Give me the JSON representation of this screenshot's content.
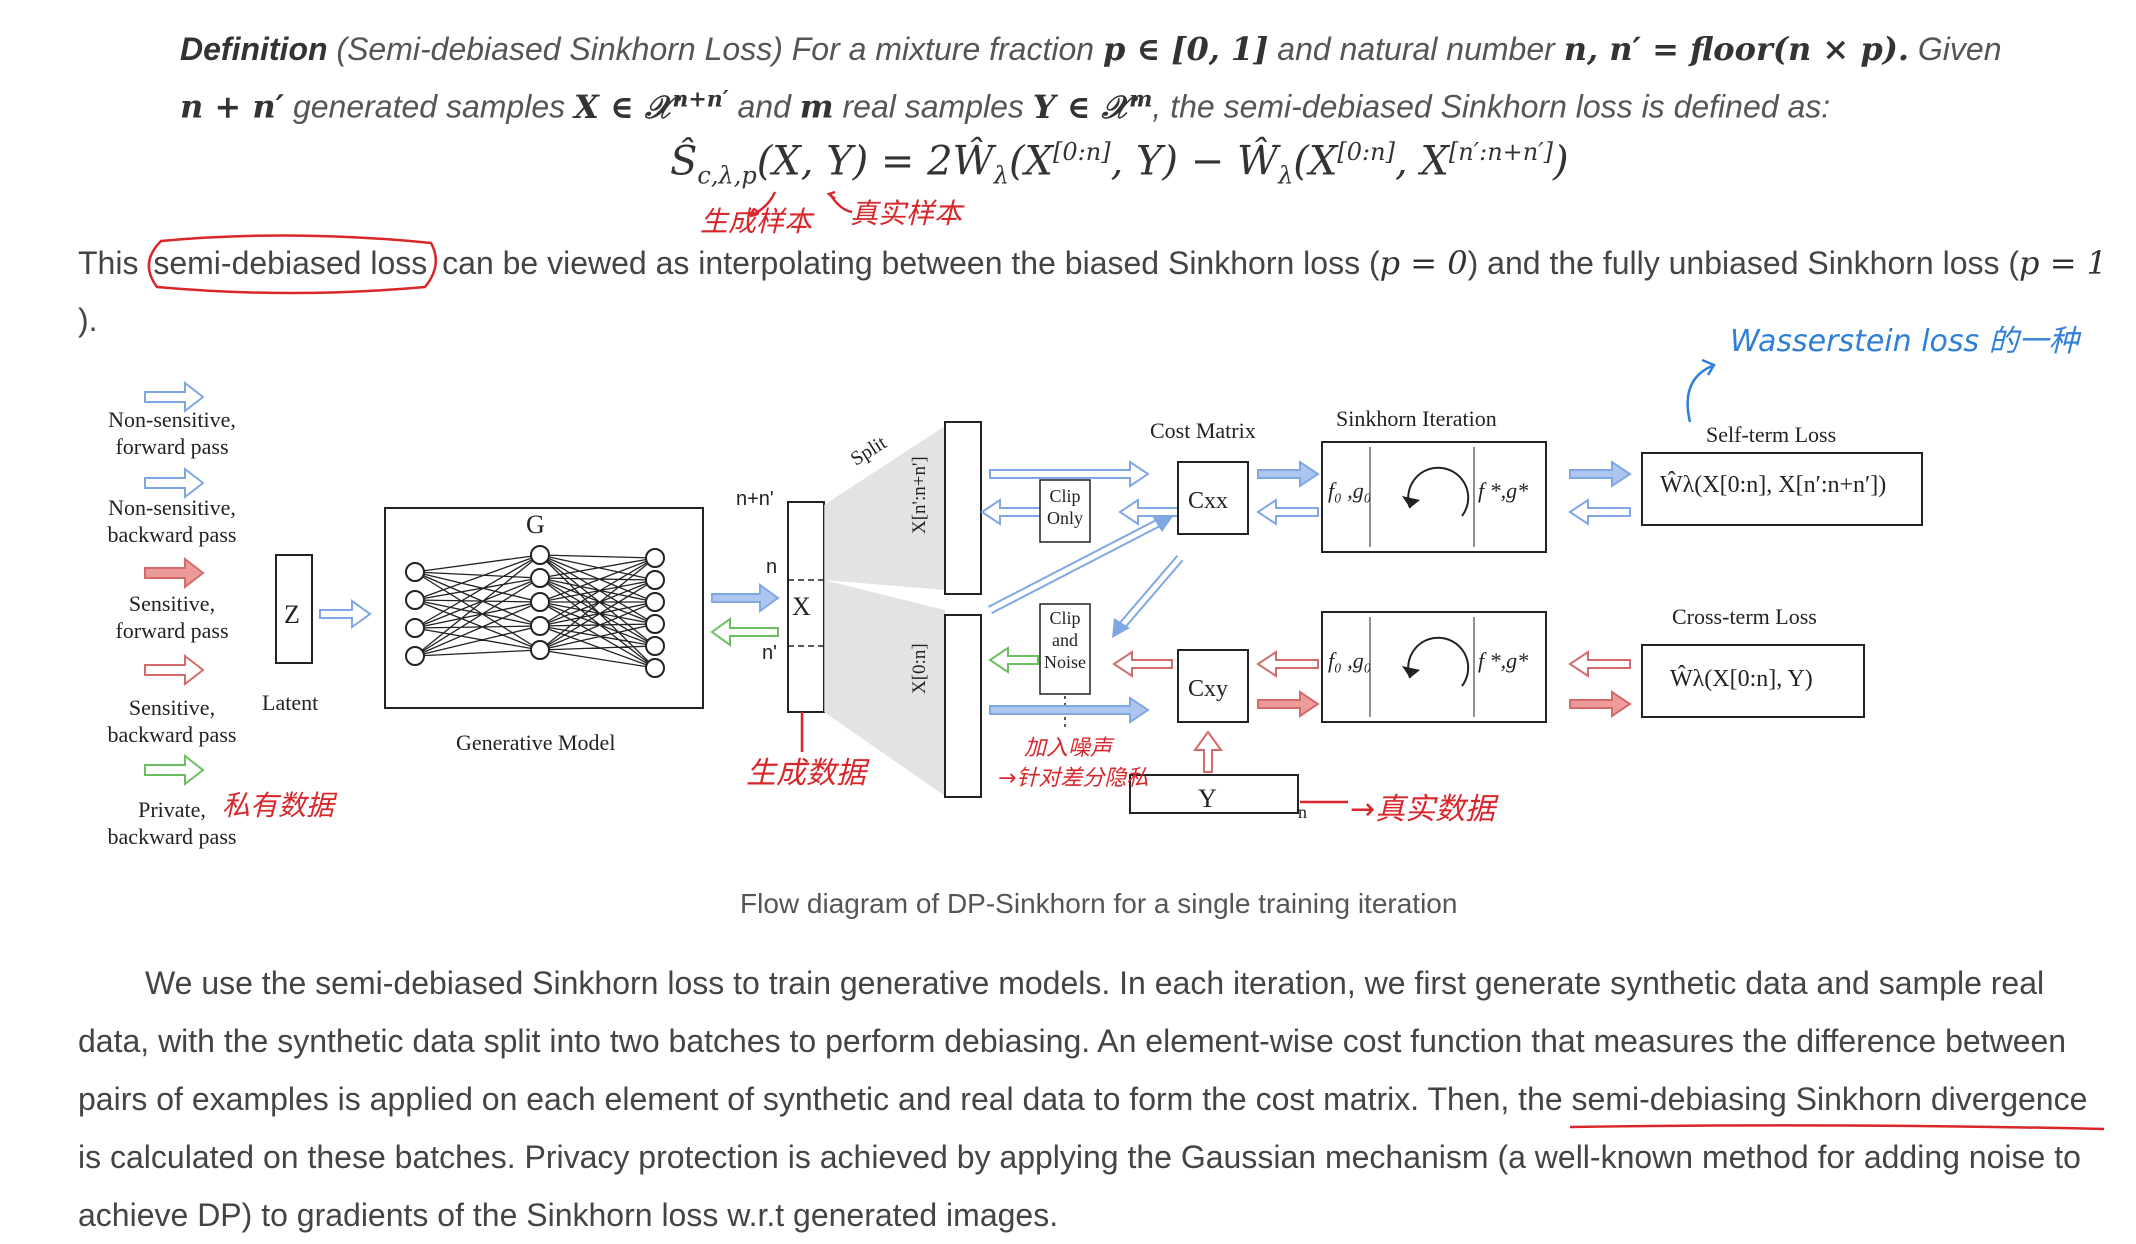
{
  "definition": {
    "label": "Definition",
    "text1": "(Semi-debiased Sinkhorn Loss) For a mixture fraction",
    "p_range": "p ∈ [0, 1]",
    "text2": "and natural number",
    "n_def": "n, n′ = floor(n × p).",
    "text3": "Given",
    "gen_count": "n + n′",
    "text4": "generated samples",
    "x_set": "X ∈ 𝒳",
    "x_sup": "n+n′",
    "text5": "and",
    "m_sym": "m",
    "text6": "real samples",
    "y_set": "Y ∈ 𝒳",
    "y_sup": "m",
    "text7": ", the semi-debiased Sinkhorn loss is defined as:"
  },
  "formula": {
    "lhs": "Ŝ",
    "lhs_sub": "c,λ,p",
    "args": "(X, Y) = 2Ŵ",
    "lam": "λ",
    "term1_open": "(X",
    "term1_sup": "[0:n]",
    "term1_close": ", Y) − Ŵ",
    "lam2": "λ",
    "term2_open": "(X",
    "term2_sup": "[0:n]",
    "term2_mid": ", X",
    "term2_sup2": "[n′:n+n′]",
    "term2_close": ")"
  },
  "annotations": {
    "generated_samples": "生成样本",
    "real_samples": "真实样本",
    "wasserstein": "Wasserstein loss 的一种",
    "private_data": "私有数据",
    "generated_data": "生成数据",
    "add_noise_1": "加入噪声",
    "add_noise_2": "→针对差分隐私",
    "real_data": "→真实数据"
  },
  "interp": {
    "prefix": "This",
    "circled": "semi-debiased loss",
    "middle": "can be viewed as interpolating between the biased Sinkhorn loss (",
    "p0": "p = 0",
    "middle2": ") and the fully unbiased Sinkhorn loss (",
    "p1": "p = 1",
    "end": ")."
  },
  "diagram": {
    "legend": [
      {
        "l1": "Non-sensitive,",
        "l2": "forward pass"
      },
      {
        "l1": "Non-sensitive,",
        "l2": "backward pass"
      },
      {
        "l1": "Sensitive,",
        "l2": "forward pass"
      },
      {
        "l1": "Sensitive,",
        "l2": "backward pass"
      },
      {
        "l1": "Private,",
        "l2": "backward pass"
      }
    ],
    "z": "Z",
    "latent": "Latent",
    "g": "G",
    "gen_model": "Generative Model",
    "nn": "n+n'",
    "n": "n",
    "nprime": "n'",
    "x": "X",
    "split": "Split",
    "x_top": "X[n':n+n']",
    "x_bot": "X[0:n]",
    "clip_only": [
      "Clip",
      "Only"
    ],
    "clip_noise": [
      "Clip",
      "and",
      "Noise"
    ],
    "cxx": "Cxx",
    "cxy": "Cxy",
    "cost_matrix": "Cost Matrix",
    "sinkhorn_iter": "Sinkhorn Iteration",
    "fg0": "f₀ ,g₀",
    "fgstar": "f *,g*",
    "self_term": "Self-term Loss",
    "cross_term": "Cross-term Loss",
    "self_formula": "Ŵλ(X[0:n], X[n′:n+n′])",
    "cross_formula": "Ŵλ(X[0:n], Y)",
    "y": "Y",
    "y_n": "n"
  },
  "caption": "Flow diagram of DP-Sinkhorn for a single training iteration",
  "paragraph": {
    "line1": "We use the semi-debiased Sinkhorn loss to train generative models. In each iteration, we first generate synthetic data and sample real",
    "line2": "data, with the synthetic data split into two batches to perform debiasing. An element-wise cost function that measures the difference between",
    "line3a": "pairs of examples is applied on each element of synthetic and real data to form the cost matrix. Then, the",
    "line3b": "semi-debiasing Sinkhorn divergence",
    "line4": "is calculated on these batches. Privacy protection is achieved by applying the Gaussian mechanism (a well-known method for adding noise to",
    "line5": "achieve DP) to gradients of the Sinkhorn loss w.r.t generated images."
  },
  "colors": {
    "blue_arrow": "#aec6ef",
    "red_arrow": "#ec9a9a",
    "green_arrow": "#a8dba0",
    "annotation_red": "#d9262b",
    "annotation_blue": "#2f7fd8"
  }
}
